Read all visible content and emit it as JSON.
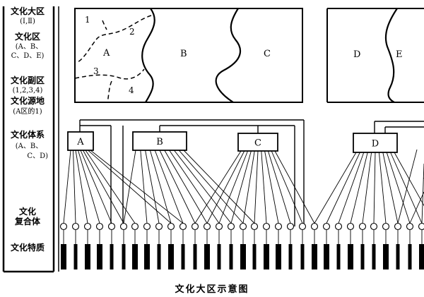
{
  "caption": "文化大区示意图",
  "row_labels": {
    "region": {
      "title": "文化大区",
      "sub": "(Ⅰ,Ⅱ)"
    },
    "area": {
      "title": "文化区",
      "sub1": "(A、B、",
      "sub2": "C、D、E)"
    },
    "subarea": {
      "title": "文化副区",
      "sub": "(1,2,3,4)"
    },
    "source": {
      "title": "文化源地",
      "sub": "(A区的1)"
    },
    "system": {
      "title": "文化体系",
      "sub1": "(A、B、",
      "sub2": "C、D)"
    },
    "complex": {
      "title1": "文化",
      "title2": "复合体"
    },
    "trait": {
      "title": "文化特质"
    }
  },
  "map_labels": {
    "sub1": "1",
    "sub2": "2",
    "sub3": "3",
    "sub4": "4",
    "areaA": "A",
    "areaB": "B",
    "areaC": "C",
    "areaD": "D",
    "areaE": "E"
  },
  "systems": [
    "A",
    "B",
    "C",
    "D"
  ]
}
